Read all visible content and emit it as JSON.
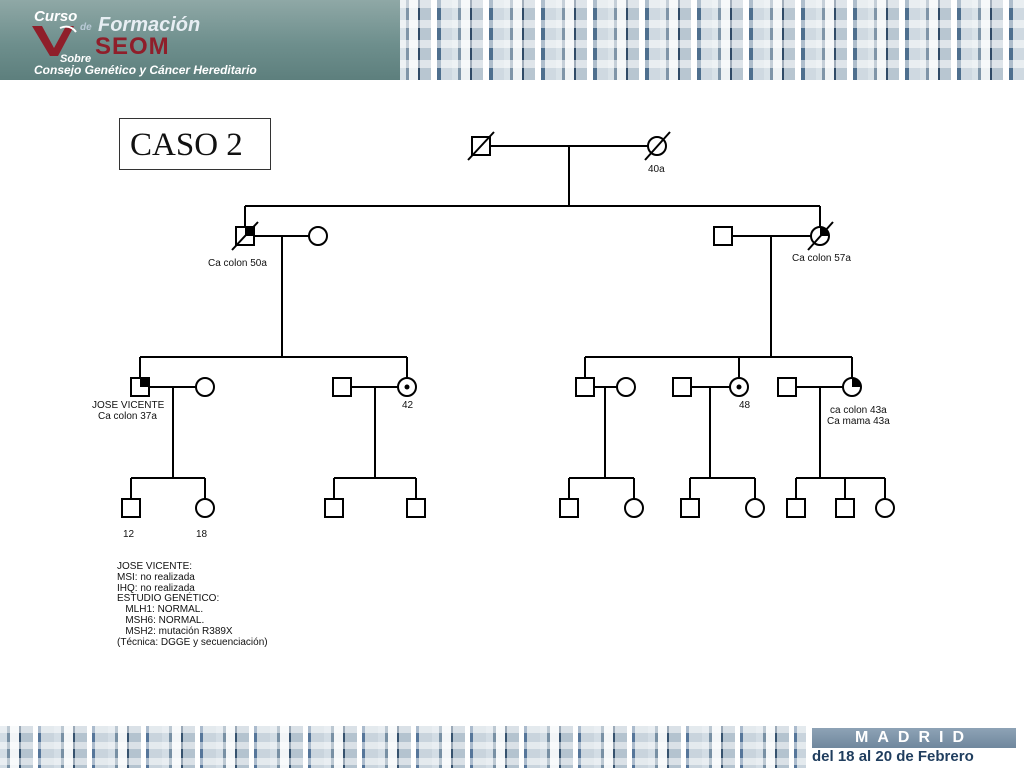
{
  "header": {
    "logo_curso": "Curso",
    "logo_de": "de",
    "logo_formacion": "Formación",
    "logo_seom": "SEOM",
    "logo_sobre": "Sobre",
    "logo_subtitle": "Consejo Genético y Cáncer Hereditario"
  },
  "slide": {
    "title": "CASO 2"
  },
  "pedigree": {
    "labels": {
      "grandmother_age": "40a",
      "paternal_uncle": "Ca colon 50a",
      "aunt": "Ca colon 57a",
      "proband_name": "JOSE VICENTE",
      "proband_dx": "Ca colon 37a",
      "sibling_carrier_age_a": "42",
      "sibling_carrier_age_b": "48",
      "aunt_daughter_dx_1": "ca colon 43a",
      "aunt_daughter_dx_2": "Ca mama 43a",
      "child_age_1": "12",
      "child_age_2": "18"
    }
  },
  "notes": {
    "lines": [
      "JOSE VICENTE:",
      "MSI: no realizada",
      "IHQ: no realizada",
      "ESTUDIO GENÉTICO:",
      "   MLH1: NORMAL.",
      "   MSH6: NORMAL.",
      "   MSH2: mutación R389X",
      "(Técnica: DGGE y secuenciación)"
    ]
  },
  "footer": {
    "city": "MADRID",
    "dates": "del 18 al 20 de Febrero"
  }
}
